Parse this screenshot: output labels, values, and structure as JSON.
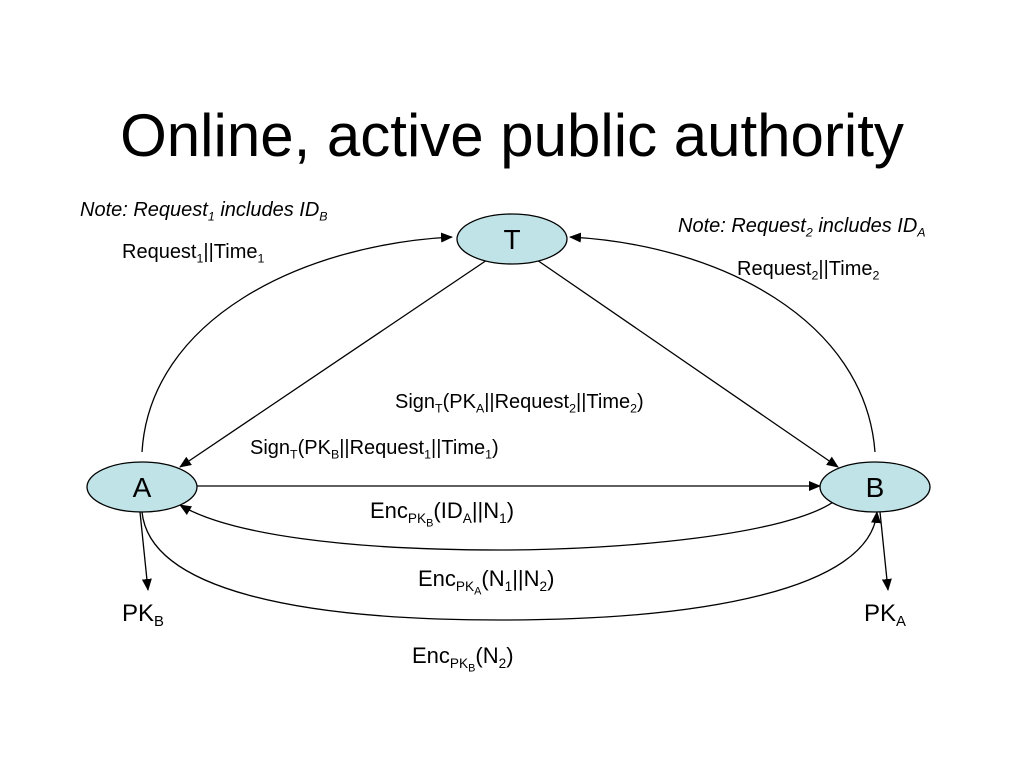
{
  "title": "Online, active public authority",
  "nodes": {
    "T": "T",
    "A": "A",
    "B": "B"
  },
  "notes": {
    "request1": {
      "prefix": "Note: Request",
      "sub": "1",
      "middle": " includes ID",
      "sub2": "B"
    },
    "request2": {
      "prefix": "Note: Request",
      "sub": "2",
      "middle": " includes ID",
      "sub2": "A"
    }
  },
  "messages": {
    "a_to_t": {
      "p1": "Request",
      "s1": "1",
      "p2": "||Time",
      "s2": "1"
    },
    "b_to_t": {
      "p1": "Request",
      "s1": "2",
      "p2": "||Time",
      "s2": "2"
    },
    "t_to_b": {
      "p1": "Sign",
      "s1": "T",
      "p2": "(PK",
      "s2": "A",
      "p3": "||Request",
      "s3": "2",
      "p4": "||Time",
      "s4": "2",
      "p5": ")"
    },
    "t_to_a": {
      "p1": "Sign",
      "s1": "T",
      "p2": "(PK",
      "s2": "B",
      "p3": "||Request",
      "s3": "1",
      "p4": "||Time",
      "s4": "1",
      "p5": ")"
    },
    "a_to_b_1": {
      "p1": "Enc",
      "s1": "PK",
      "s1b": "B",
      "p2": "(ID",
      "s2": "A",
      "p3": "||N",
      "s3": "1",
      "p4": ")"
    },
    "b_to_a": {
      "p1": "Enc",
      "s1": "PK",
      "s1b": "A",
      "p2": "(N",
      "s2": "1",
      "p3": "||N",
      "s3": "2",
      "p4": ")"
    },
    "a_to_b_2": {
      "p1": "Enc",
      "s1": "PK",
      "s1b": "B",
      "p2": "(N",
      "s2": "2",
      "p3": ")"
    }
  },
  "keys": {
    "pkb": {
      "p": "PK",
      "s": "B"
    },
    "pka": {
      "p": "PK",
      "s": "A"
    }
  },
  "colors": {
    "node_fill": "#bfe3e6",
    "stroke": "#000000"
  }
}
